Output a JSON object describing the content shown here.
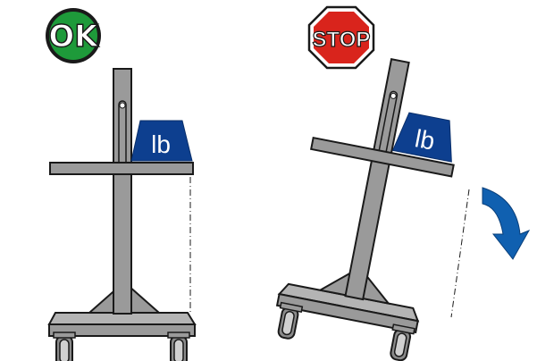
{
  "left_panel": {
    "badge_text": "OK",
    "weight_label": "lb"
  },
  "right_panel": {
    "badge_text": "STOP",
    "weight_label": "lb"
  },
  "colors": {
    "frame_fill": "#9a9a9a",
    "frame_stroke": "#1a1a1a",
    "weight_fill": "#0d3f8f",
    "ok_green": "#1e9a3a",
    "stop_red": "#d9241c",
    "arrow_blue": "#1060b0"
  }
}
